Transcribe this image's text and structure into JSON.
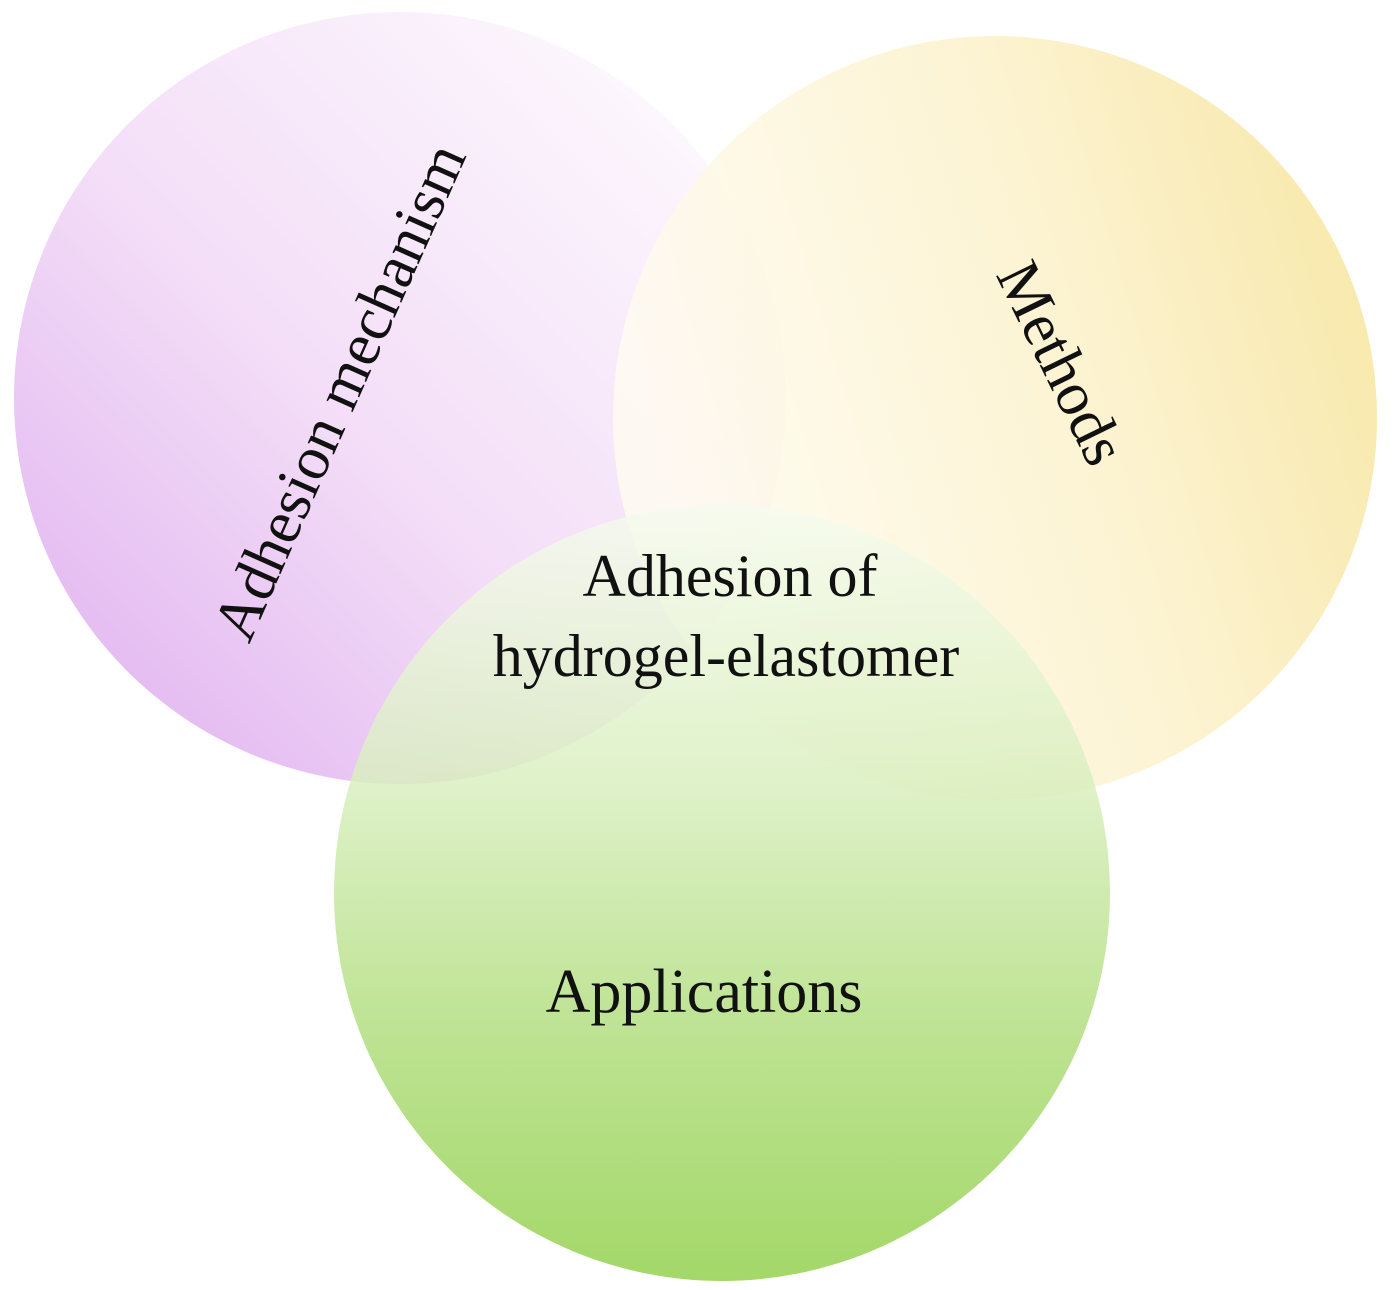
{
  "diagram": {
    "center_label": {
      "line1": "Adhesion of",
      "line2": "hydrogel-elastomer"
    },
    "circles": [
      {
        "id": "adhesion-mechanism",
        "label": "Adhesion mechanism",
        "color_strong": "#dca9ee",
        "color_light": "#ffffff"
      },
      {
        "id": "methods",
        "label": "Methods",
        "color_strong": "#f6e190",
        "color_light": "#fffcf0"
      },
      {
        "id": "applications",
        "label": "Applications",
        "color_strong": "#8fcf47",
        "color_light": "#f6fbef"
      }
    ]
  }
}
